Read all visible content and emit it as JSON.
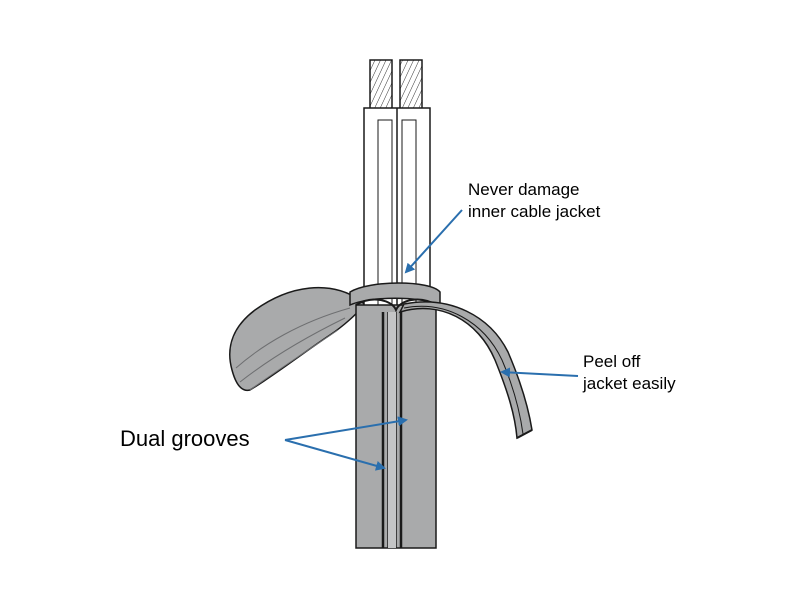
{
  "labels": {
    "never_damage_line1": "Never damage",
    "never_damage_line2": "inner cable jacket",
    "peel_off_line1": "Peel off",
    "peel_off_line2": "jacket easily",
    "dual_grooves": "Dual grooves"
  },
  "colors": {
    "jacket_gray": "#a9aaab",
    "jacket_shade": "#8e8f91",
    "inner_white": "#ffffff",
    "outline": "#1a1a1a",
    "arrow_blue": "#2a6fae"
  }
}
